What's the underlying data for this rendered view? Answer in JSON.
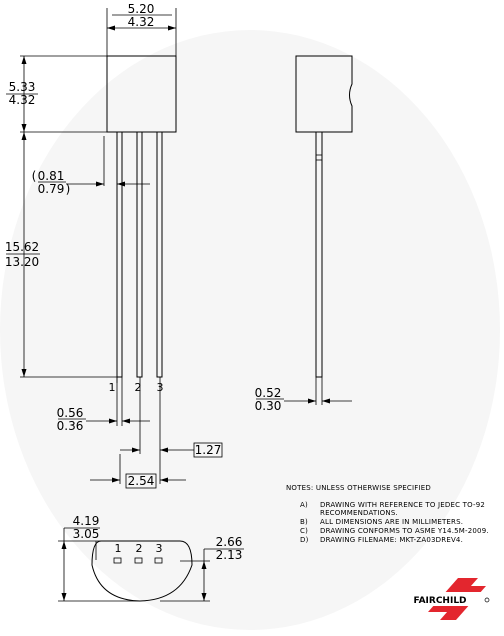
{
  "dimensions": {
    "body_width_max": "5.20",
    "body_width_min": "4.32",
    "body_height_max": "5.33",
    "body_height_min": "4.32",
    "lead_offset_max": "0.81",
    "lead_offset_min": "0.79",
    "lead_length_max": "15.62",
    "lead_length_min": "13.20",
    "lead_width_max": "0.56",
    "lead_width_min": "0.36",
    "lead_thickness_max": "0.52",
    "lead_thickness_min": "0.30",
    "pitch": "1.27",
    "span": "2.54",
    "bottom_height_max": "4.19",
    "bottom_height_min": "3.05",
    "flat_height_max": "2.66",
    "flat_height_min": "2.13",
    "open_paren": "(",
    "close_paren": ")"
  },
  "pins": [
    "1",
    "2",
    "3"
  ],
  "notes": {
    "header": "NOTES: UNLESS OTHERWISE SPECIFIED",
    "items": [
      {
        "label": "A)",
        "lines": [
          "DRAWING WITH REFERENCE TO JEDEC TO-92",
          "RECOMMENDATIONS."
        ]
      },
      {
        "label": "B)",
        "lines": [
          "ALL DIMENSIONS ARE IN MILLIMETERS."
        ]
      },
      {
        "label": "C)",
        "lines": [
          "DRAWING CONFORMS TO ASME Y14.5M-2009."
        ]
      },
      {
        "label": "D)",
        "lines": [
          "DRAWING FILENAME: MKT-ZA03DREV4."
        ]
      }
    ]
  },
  "logo": {
    "text": "FAIRCHILD",
    "color": "#e3262e"
  }
}
